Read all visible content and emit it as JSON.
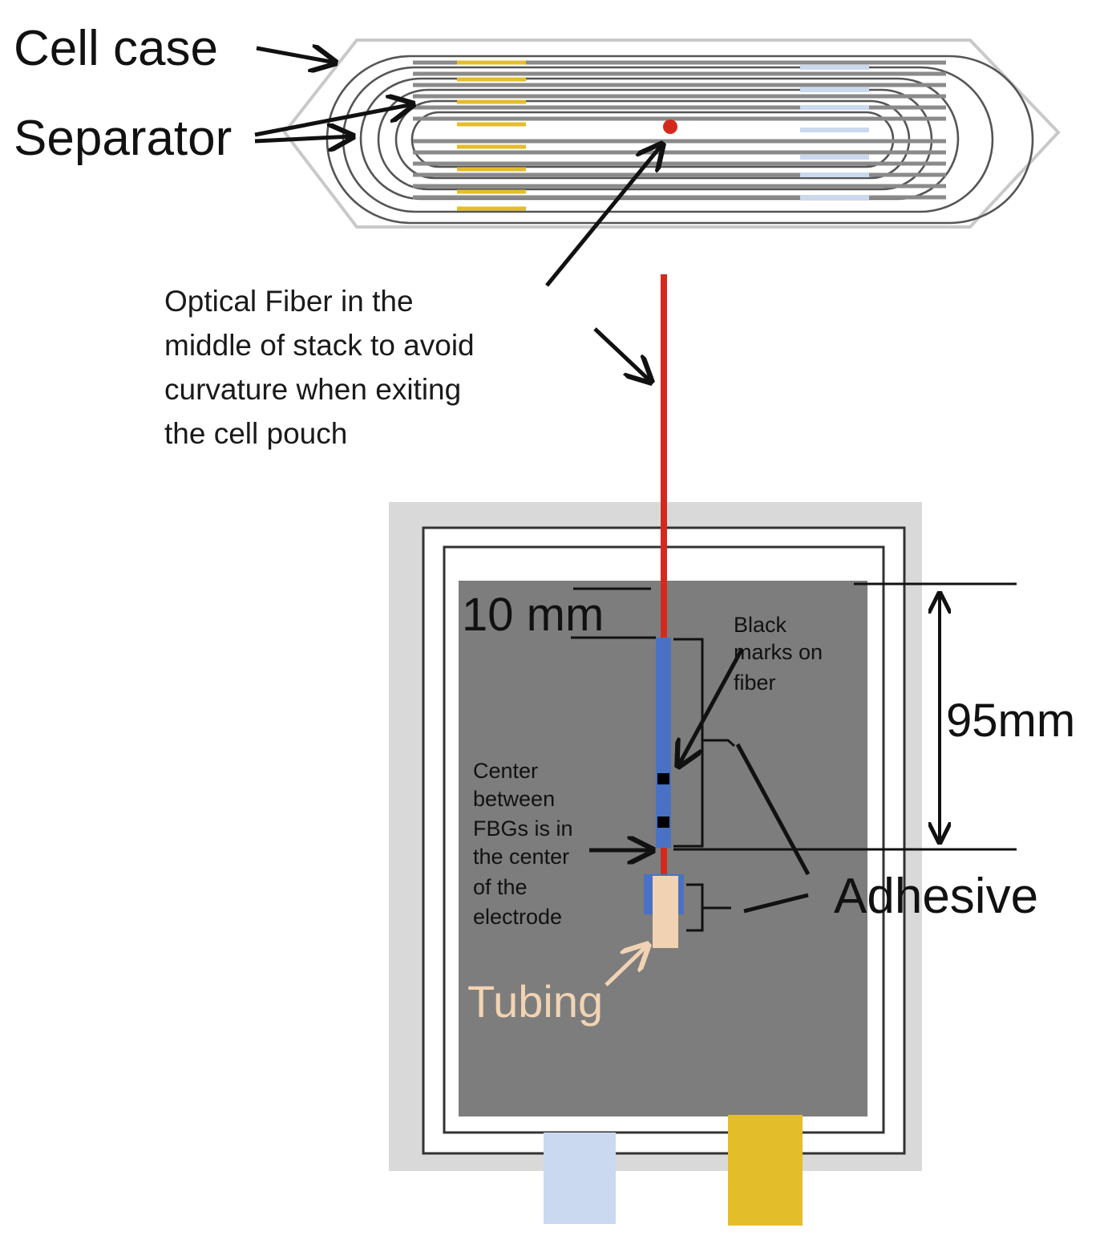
{
  "labels": {
    "cell_case": "Cell case",
    "separator": "Separator",
    "fiber_note": [
      "Optical Fiber in the",
      "middle of stack to avoid",
      "curvature when exiting",
      "the cell pouch"
    ],
    "ten_mm": "10 mm",
    "ninety_five_mm": "95mm",
    "black_marks": [
      "Black",
      "marks on",
      "fiber"
    ],
    "center_note": [
      "Center",
      "between",
      "FBGs is in",
      "the center",
      "of the",
      "electrode"
    ],
    "adhesive": "Adhesive",
    "tubing": "Tubing"
  },
  "colors": {
    "fiber": "#d42a1e",
    "fiber_coating": "#4a72c4",
    "electrode": "#7d7d7d",
    "pouch_frame": "#d9d9d9",
    "positive_tab": "#cad9ef",
    "negative_tab": "#e4bd2a",
    "tubing": "#f1d3b3",
    "fbg_mark": "#000000",
    "arrows": "#111111"
  }
}
